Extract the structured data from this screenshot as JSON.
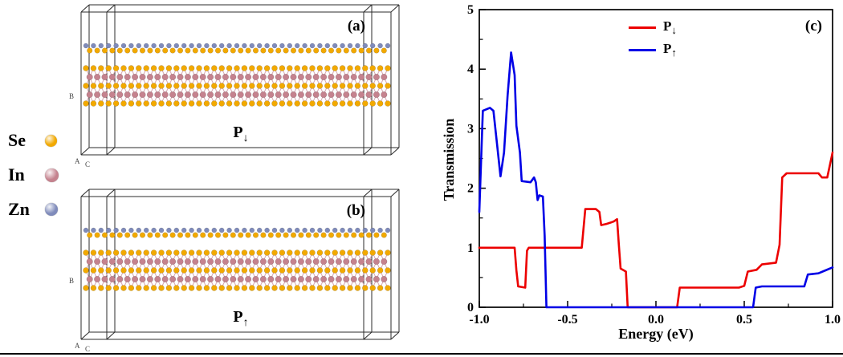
{
  "figure": {
    "panels": [
      {
        "tag": "(a)",
        "label_main": "P",
        "label_sub": "↓",
        "axis_a": "A",
        "axis_b": "B",
        "axis_c": "C"
      },
      {
        "tag": "(b)",
        "label_main": "P",
        "label_sub": "↑",
        "axis_a": "A",
        "axis_b": "B",
        "axis_c": "C"
      }
    ],
    "legend": [
      {
        "element": "Se",
        "color": "#F2A900"
      },
      {
        "element": "In",
        "color": "#C5828E"
      },
      {
        "element": "Zn",
        "color": "#7F8BBB"
      }
    ]
  },
  "chart_data": {
    "type": "line",
    "title": "",
    "panel_tag": "(c)",
    "xlabel": "Energy (eV)",
    "ylabel": "Transmission",
    "xlim": [
      -1.0,
      1.0
    ],
    "ylim": [
      0,
      5
    ],
    "x_ticks": [
      -1.0,
      -0.5,
      0.0,
      0.5,
      1.0
    ],
    "x_tick_labels": [
      "-1.0",
      "-0.5",
      "0.0",
      "0.5",
      "1.0"
    ],
    "y_ticks": [
      0,
      1,
      2,
      3,
      4,
      5
    ],
    "grid": false,
    "legend_position": "top-center",
    "series": [
      {
        "name": "P↓",
        "name_main": "P",
        "name_sub": "↓",
        "color": "#EC0000",
        "points": [
          [
            -1.0,
            1.0
          ],
          [
            -0.8,
            1.0
          ],
          [
            -0.79,
            0.62
          ],
          [
            -0.78,
            0.35
          ],
          [
            -0.74,
            0.33
          ],
          [
            -0.73,
            0.95
          ],
          [
            -0.72,
            1.0
          ],
          [
            -0.42,
            1.0
          ],
          [
            -0.4,
            1.65
          ],
          [
            -0.34,
            1.65
          ],
          [
            -0.32,
            1.6
          ],
          [
            -0.31,
            1.38
          ],
          [
            -0.28,
            1.4
          ],
          [
            -0.24,
            1.44
          ],
          [
            -0.22,
            1.48
          ],
          [
            -0.21,
            1.05
          ],
          [
            -0.2,
            0.65
          ],
          [
            -0.17,
            0.6
          ],
          [
            -0.16,
            0.0
          ],
          [
            0.12,
            0.0
          ],
          [
            0.135,
            0.33
          ],
          [
            0.47,
            0.33
          ],
          [
            0.5,
            0.36
          ],
          [
            0.52,
            0.6
          ],
          [
            0.57,
            0.63
          ],
          [
            0.6,
            0.72
          ],
          [
            0.68,
            0.75
          ],
          [
            0.7,
            1.05
          ],
          [
            0.715,
            2.18
          ],
          [
            0.74,
            2.25
          ],
          [
            0.92,
            2.25
          ],
          [
            0.94,
            2.18
          ],
          [
            0.97,
            2.18
          ],
          [
            1.0,
            2.6
          ]
        ]
      },
      {
        "name": "P↑",
        "name_main": "P",
        "name_sub": "↑",
        "color": "#0000E6",
        "points": [
          [
            -1.0,
            1.6
          ],
          [
            -0.98,
            3.3
          ],
          [
            -0.94,
            3.35
          ],
          [
            -0.92,
            3.3
          ],
          [
            -0.9,
            2.75
          ],
          [
            -0.88,
            2.2
          ],
          [
            -0.86,
            2.6
          ],
          [
            -0.84,
            3.55
          ],
          [
            -0.82,
            4.28
          ],
          [
            -0.8,
            3.9
          ],
          [
            -0.79,
            3.05
          ],
          [
            -0.77,
            2.6
          ],
          [
            -0.76,
            2.12
          ],
          [
            -0.71,
            2.1
          ],
          [
            -0.69,
            2.18
          ],
          [
            -0.68,
            2.1
          ],
          [
            -0.67,
            1.8
          ],
          [
            -0.66,
            1.88
          ],
          [
            -0.64,
            1.86
          ],
          [
            -0.63,
            1.2
          ],
          [
            -0.62,
            0.0
          ],
          [
            0.55,
            0.0
          ],
          [
            0.565,
            0.33
          ],
          [
            0.6,
            0.35
          ],
          [
            0.84,
            0.35
          ],
          [
            0.86,
            0.55
          ],
          [
            0.92,
            0.57
          ],
          [
            0.96,
            0.62
          ],
          [
            1.0,
            0.67
          ]
        ]
      }
    ]
  }
}
